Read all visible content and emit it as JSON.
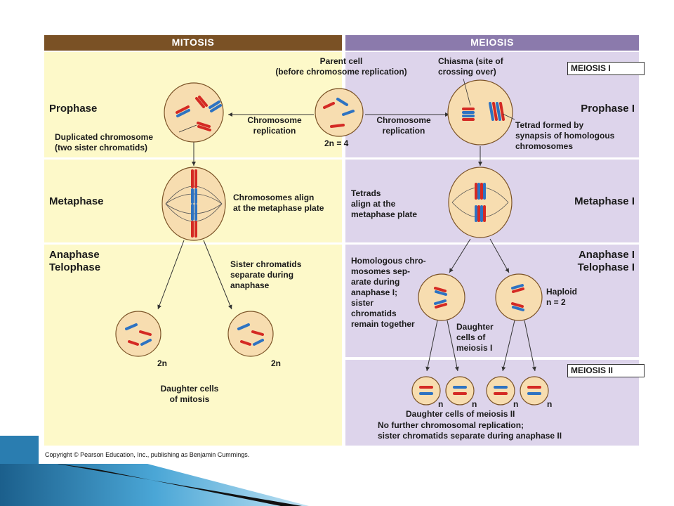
{
  "header": {
    "mitosis": "MITOSIS",
    "meiosis": "MEIOSIS"
  },
  "colors": {
    "mitosis_bar": "#7a5125",
    "meiosis_bar": "#8b7aac",
    "mitosis_panel": "#fdf9c9",
    "meiosis_panel": "#ddd4eb",
    "cell_fill": "#f7ddb0",
    "cell_stroke": "#7b5327",
    "chromosome_red": "#d42a24",
    "chromosome_blue": "#2e73c2",
    "border": "#3a3a3a"
  },
  "labels": {
    "parent_cell": "Parent cell\n(before chromosome replication)",
    "chiasma": "Chiasma (site of\ncrossing over)",
    "meiosis_i_tag": "MEIOSIS I",
    "prophase": "Prophase",
    "prophase_i": "Prophase I",
    "chromosome_replication_left": "Chromosome\nreplication",
    "chromosome_replication_right": "Chromosome\nreplication",
    "two_n_4": "2n = 4",
    "tetrad": "Tetrad formed by\nsynapsis of homologous\nchromosomes",
    "duplicated": "Duplicated chromosome\n(two sister chromatids)",
    "metaphase": "Metaphase",
    "chromosomes_align": "Chromosomes align\nat the metaphase plate",
    "tetrads_align": "Tetrads\nalign at the\nmetaphase plate",
    "metaphase_i": "Metaphase I",
    "anaphase_telophase": "Anaphase\nTelophase",
    "sister_separate": "Sister chromatids\nseparate during\nanaphase",
    "homologous_separate": "Homologous chro-\nmosomes sep-\narate during\nanaphase I;\nsister\nchromatids\nremain together",
    "anaphase_i": "Anaphase I\nTelophase I",
    "haploid": "Haploid\nn = 2",
    "daughter_meiosis_i": "Daughter\ncells of\nmeiosis I",
    "two_n_left": "2n",
    "two_n_right": "2n",
    "daughter_mitosis": "Daughter cells\nof mitosis",
    "meiosis_ii_tag": "MEIOSIS II",
    "n1": "n",
    "n2": "n",
    "n3": "n",
    "n4": "n",
    "daughter_meiosis_ii": "Daughter cells of meiosis II",
    "no_further": "No further chromosomal replication;\nsister chromatids separate during anaphase II"
  },
  "copyright": "Copyright © Pearson Education, Inc., publishing as Benjamin Cummings."
}
